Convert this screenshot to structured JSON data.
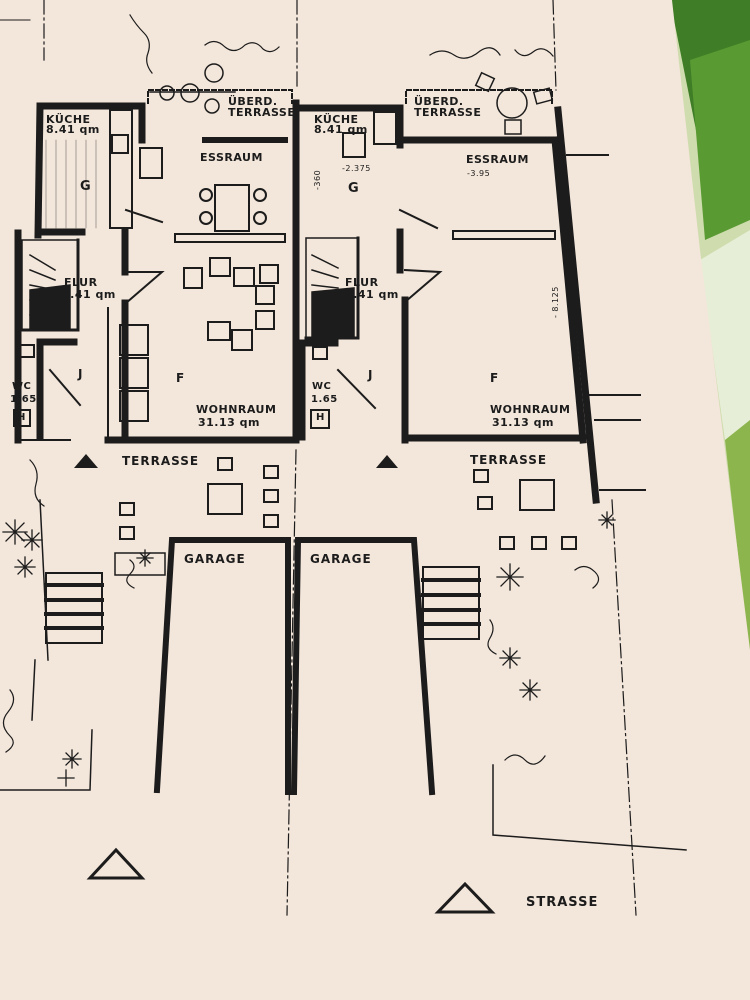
{
  "colors": {
    "paper": "#f3e6da",
    "ink": "#1c1c1c",
    "leaf_green": "#4f8a2e",
    "leaf_light": "#c9d8a8"
  },
  "left_unit": {
    "kitchen": "KÜCHE",
    "kitchen_area": "8.41 qm",
    "covered_terrace_line1": "ÜBERD.",
    "covered_terrace_line2": "TERRASSE",
    "dining": "ESSRAUM",
    "dining_code": "G",
    "hall": "FLUR",
    "hall_area": "7.41 qm",
    "wc": "WC",
    "wc_area": "1.65",
    "wc_code": "H",
    "storage_code": "J",
    "living_code": "F",
    "living": "WOHNRAUM",
    "living_area": "31.13 qm",
    "terrace": "TERRASSE",
    "garage": "GARAGE"
  },
  "right_unit": {
    "kitchen": "KÜCHE",
    "kitchen_area": "8.41 qm",
    "covered_terrace_line1": "ÜBERD.",
    "covered_terrace_line2": "TERRASSE",
    "dining": "ESSRAUM",
    "dining_code": "G",
    "level_kitchen": "-2.375",
    "level_kitchen_side": "-360",
    "level_dining": "-3.95",
    "hall": "FLUR",
    "hall_area": "7.41 qm",
    "wc": "WC",
    "wc_area": "1.65",
    "wc_code": "H",
    "storage_code": "J",
    "living_code": "F",
    "living": "WOHNRAUM",
    "living_area": "31.13 qm",
    "dimension_side": "- 8.125",
    "terrace": "TERRASSE",
    "garage": "GARAGE"
  },
  "street": "STRASSE"
}
